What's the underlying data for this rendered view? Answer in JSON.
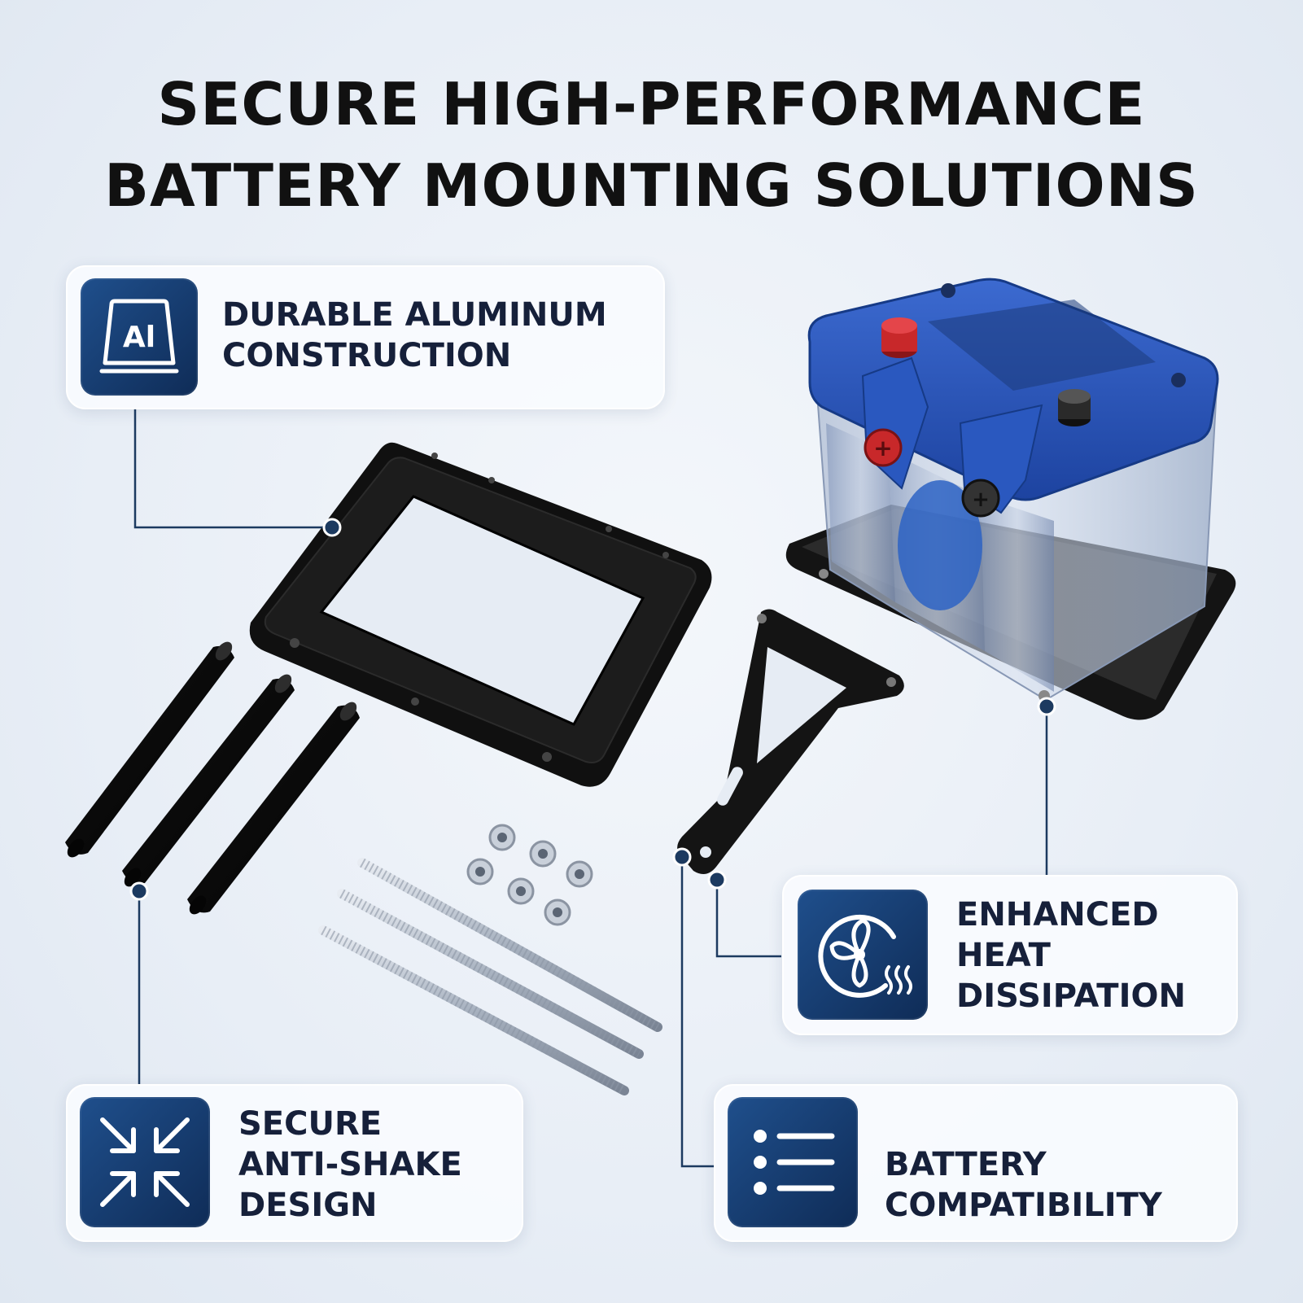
{
  "headline": {
    "line1": "SECURE HIGH-PERFORMANCE",
    "line2": "BATTERY MOUNTING SOLUTIONS"
  },
  "features": {
    "aluminum": {
      "line1": "DURABLE ALUMINUM",
      "line2": "CONSTRUCTION",
      "icon_label": "Al",
      "icon": "aluminum-element-icon"
    },
    "heat": {
      "line1": "ENHANCED",
      "line2": "HEAT",
      "line3": "DISSIPATION",
      "icon": "fan-heat-icon"
    },
    "antishake": {
      "line1": "SECURE",
      "line2": "ANTI-SHAKE",
      "line3": "DESIGN",
      "icon": "compress-arrows-icon"
    },
    "compat": {
      "line1": "BATTERY",
      "line2": "COMPATIBILITY",
      "icon": "list-icon"
    }
  },
  "colors": {
    "icon_bg": "#1a4378",
    "connector": "#1c3a60",
    "battery_lid": "#2856b8",
    "terminal_positive": "#c8282a",
    "hardware_black": "#121212"
  }
}
